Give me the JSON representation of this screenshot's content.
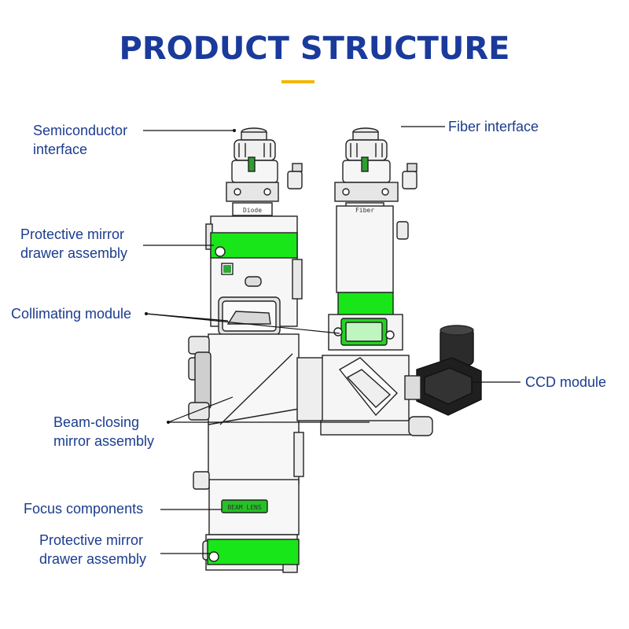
{
  "title": "PRODUCT STRUCTURE",
  "labels": {
    "semiconductor_line1": "Semiconductor",
    "semiconductor_line2": "interface",
    "fiber": "Fiber interface",
    "protective_top_line1": "Protective mirror",
    "protective_top_line2": "drawer assembly",
    "collimating": "Collimating module",
    "ccd": "CCD module",
    "beam_line1": "Beam-closing",
    "beam_line2": "mirror assembly",
    "focus": "Focus components",
    "protective_bottom_line1": "Protective mirror",
    "protective_bottom_line2": "drawer assembly"
  },
  "device_markings": {
    "diode": "Diode",
    "fiber": "Fiber",
    "focus_window": "BEAM  LENS"
  },
  "colors": {
    "title": "#1a3a9c",
    "accent_underline": "#f2b705",
    "label_text": "#1b3c8f",
    "green_band": "#19e619",
    "body_gray": "#f4f4f4",
    "outline": "#222222"
  }
}
